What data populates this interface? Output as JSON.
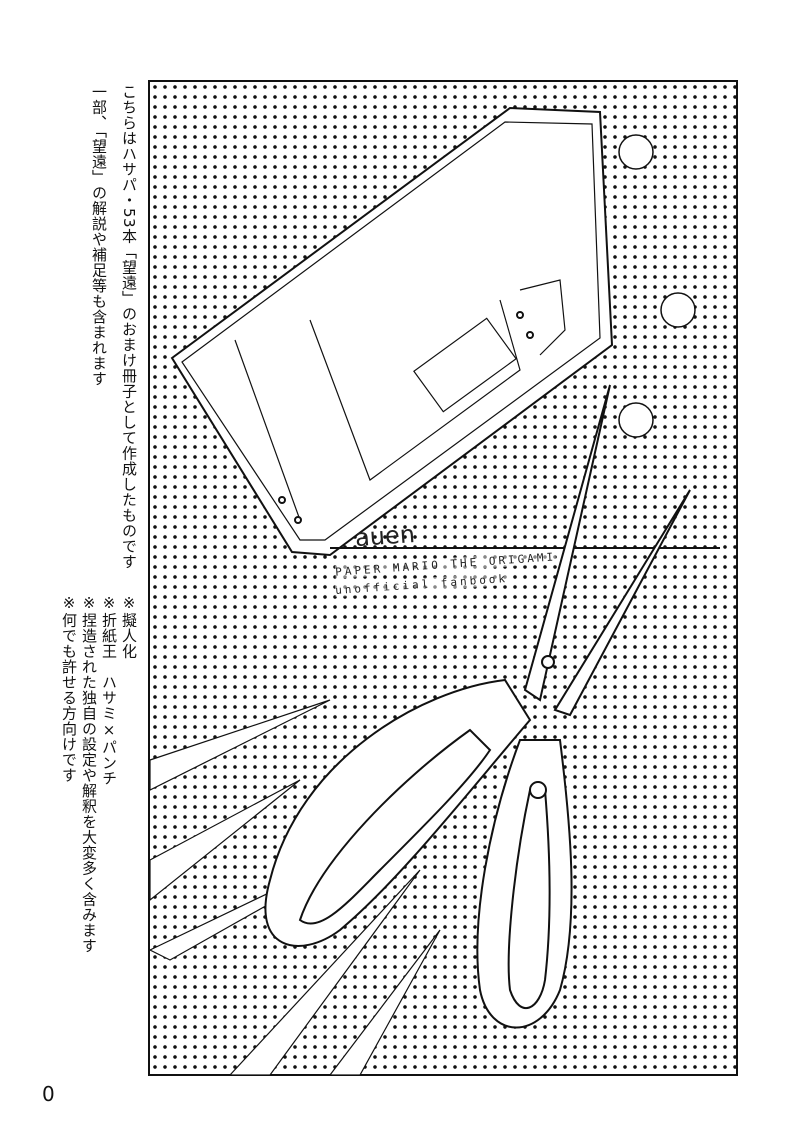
{
  "intro_lines": [
    "こちらはハサパ・53本「望遠」のおまけ冊子として作成したものです",
    "一部、「望遠」の解説や補足等も含まれます"
  ],
  "notes": [
    "※擬人化",
    "※折紙王　ハサミ×パンチ",
    "※捏造された独自の設定や解釈を大変多く含みます",
    "※何でも許せる方向けです"
  ],
  "cassette_label": {
    "logo": "auen",
    "line1": "PAPER MARIO THE ORIGAMI",
    "line2": "unofficial fanbook"
  },
  "page_number": "0"
}
